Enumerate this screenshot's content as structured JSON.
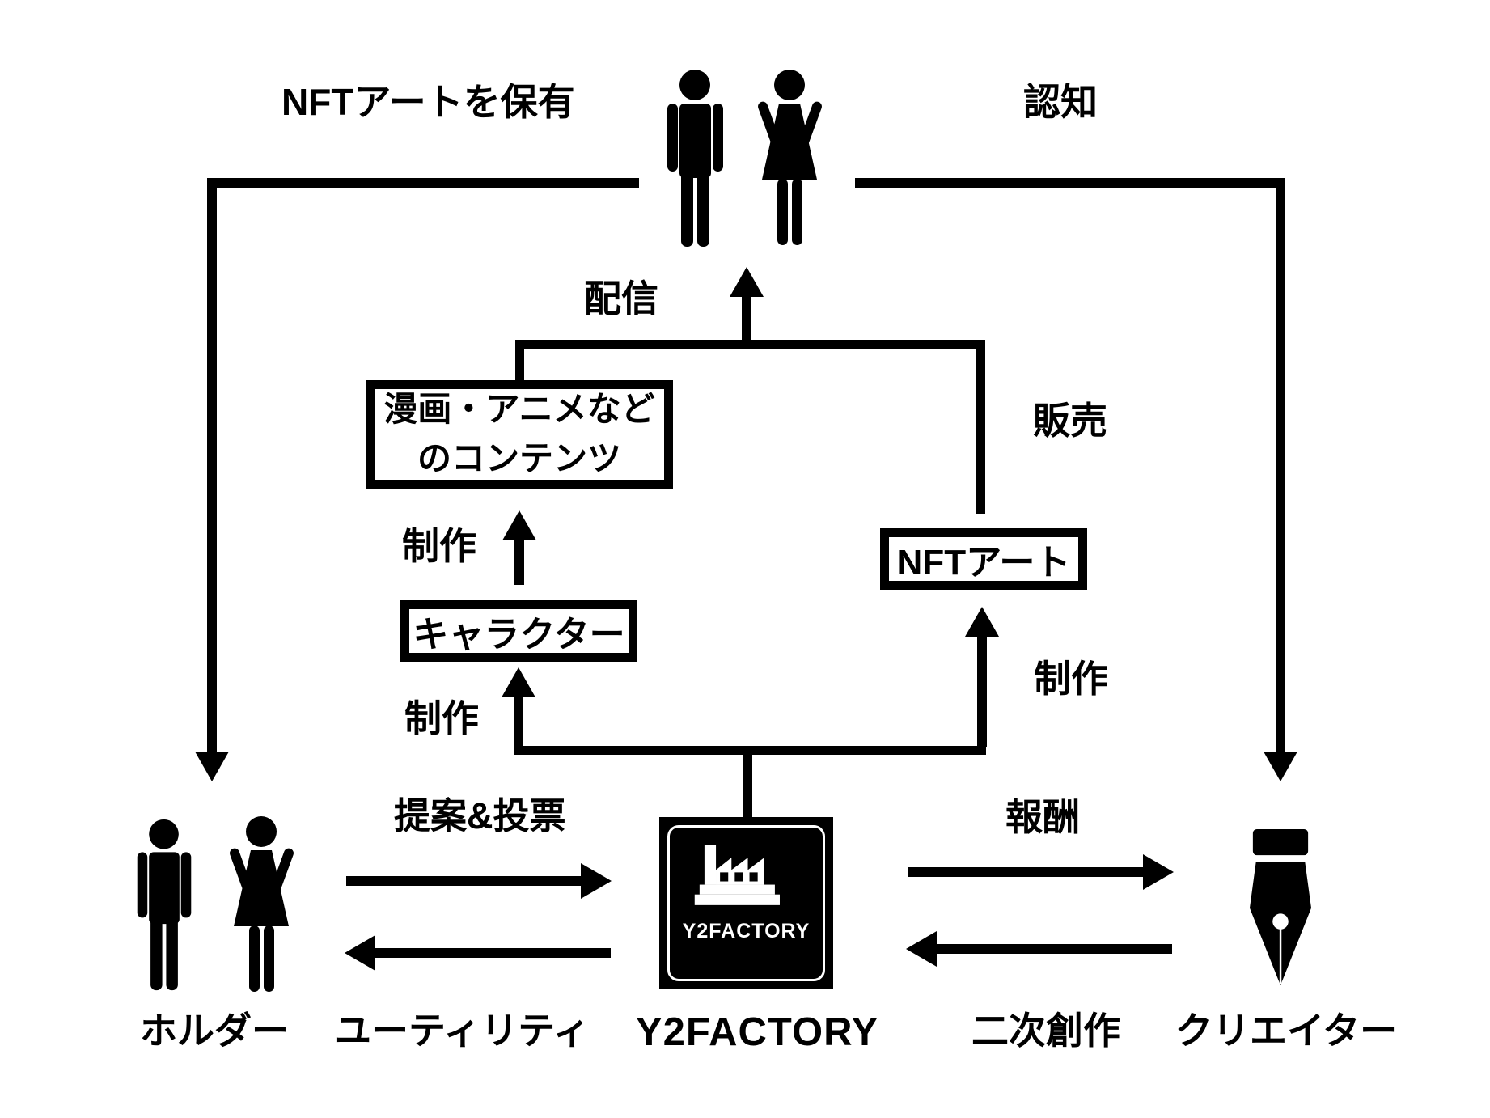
{
  "diagram": {
    "top": {
      "holding_label": "NFTアートを保有",
      "awareness_label": "認知"
    },
    "flows": {
      "distribution": "配信",
      "sales": "販売",
      "production_content": "制作",
      "production_character": "制作",
      "production_nft": "制作",
      "proposal_vote": "提案&投票",
      "utility": "ユーティリティ",
      "reward": "報酬",
      "derivative": "二次創作"
    },
    "nodes": {
      "content_box": {
        "line1": "漫画・アニメなど",
        "line2": "のコンテンツ"
      },
      "character_box": "キャラクター",
      "nft_box": "NFTアート",
      "holder_label": "ホルダー",
      "y2factory_label": "Y2FACTORY",
      "creator_label": "クリエイター"
    },
    "logo": {
      "text": "Y2FACTORY"
    },
    "icons": {
      "audience": "man-and-woman-silhouettes",
      "holder": "man-and-woman-silhouettes",
      "hub": "factory-icon",
      "creator": "pen-nib-icon"
    },
    "colors": {
      "ink": "#000000",
      "background": "#ffffff",
      "logo_bg": "#000000",
      "logo_fg": "#ffffff"
    }
  }
}
